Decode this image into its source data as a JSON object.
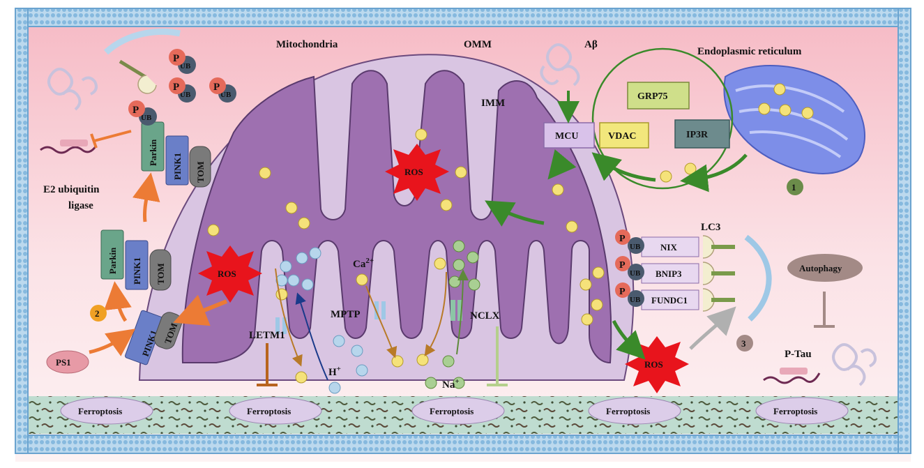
{
  "labels": {
    "mitochondria": "Mitochondria",
    "omm": "OMM",
    "imm": "IMM",
    "abeta": "Aβ",
    "er": "Endoplasmic reticulum",
    "grp75": "GRP75",
    "mcu": "MCU",
    "vdac": "VDAC",
    "ip3r": "IP3R",
    "step1": "1",
    "step2": "2",
    "step3": "3",
    "ros": "ROS",
    "e2_line1": "E2 ubiquitin",
    "e2_line2": "ligase",
    "parkin": "Parkin",
    "pink1": "PINK1",
    "tom": "TOM",
    "ps1": "PS1",
    "letm1": "LETM1",
    "mptp": "MPTP",
    "nclx": "NCLX",
    "ca": "Ca",
    "ca_sup": "2+",
    "h": "H",
    "h_sup": "+",
    "na": "Na",
    "na_sup": "+",
    "lc3": "LC3",
    "nix": "NIX",
    "bnip3": "BNIP3",
    "fundc1": "FUNDC1",
    "autophagy": "Autophagy",
    "ptau": "P-Tau",
    "p": "P",
    "ub": "UB",
    "ferroptosis": "Ferroptosis"
  },
  "colors": {
    "background_top": "#f7c4cc",
    "matrix": "#9e70b0",
    "outer_membrane": "#d8c4e0",
    "calcium": "#f5e27a",
    "proton": "#b7d6ec",
    "sodium": "#a9cf93",
    "ros": "#e8141c",
    "arrow_green": "#3a8a2a",
    "arrow_orange": "#ec7b35",
    "ferroptosis_fill": "#dccde9",
    "membrane_blue": "#9ec8e6"
  }
}
